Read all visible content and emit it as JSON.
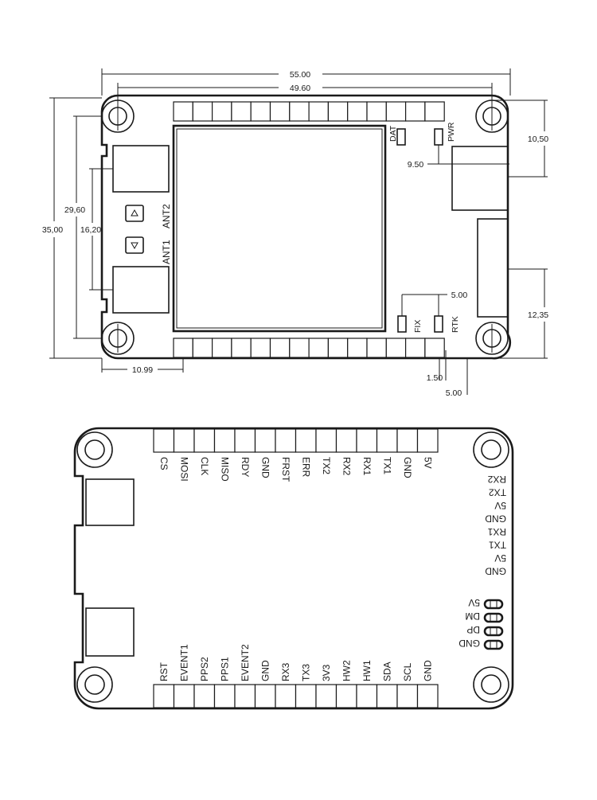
{
  "top_view": {
    "dimensions": {
      "overall_width": "55.00",
      "hole_spacing_x": "49.60",
      "overall_height": "35,00",
      "hole_spacing_y": "29,60",
      "antenna_spacing": "16,20",
      "header_offset_x": "10.99",
      "usb_offset": "10,50",
      "pwr_led_offset": "9.50",
      "fix_rtk_spacing": "5.00",
      "connector_length": "12,35",
      "header_gap": "1.50",
      "header_edge": "5.00"
    },
    "labels": {
      "ant1": "ANT1",
      "ant2": "ANT2",
      "dat": "DAT",
      "pwr": "PWR",
      "fix": "FIX",
      "rtk": "RTK"
    }
  },
  "bottom_view": {
    "top_pins": [
      "CS",
      "MOSI",
      "CLK",
      "MISO",
      "RDY",
      "GND",
      "FRST",
      "ERR",
      "TX2",
      "RX2",
      "RX1",
      "TX1",
      "GND",
      "5V"
    ],
    "bottom_pins": [
      "RST",
      "EVENT1",
      "PPS2",
      "PPS1",
      "EVENT2",
      "GND",
      "RX3",
      "TX3",
      "3V3",
      "HW2",
      "HW1",
      "SDA",
      "SCL",
      "GND"
    ],
    "right_connector_pins": [
      "RX2",
      "TX2",
      "5V",
      "GND",
      "RX1",
      "TX1",
      "5V",
      "GND"
    ],
    "usb_pins": [
      "5V",
      "DM",
      "DP",
      "GND"
    ]
  }
}
